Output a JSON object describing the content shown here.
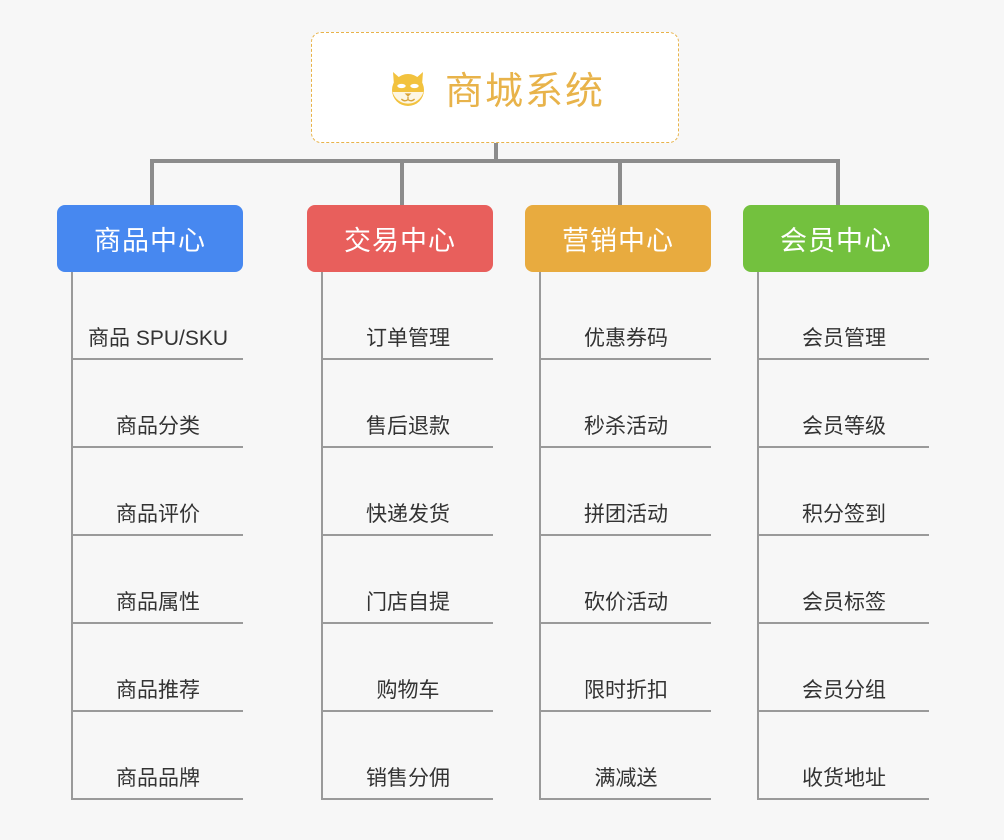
{
  "canvas": {
    "background_color": "#f7f7f7",
    "connector_color": "#8c8c8c",
    "leaf_line_color": "#9a9a9a",
    "leaf_text_color": "#333333"
  },
  "root": {
    "title": "商城系统",
    "icon": "shiba-inu-dog-face-emoji",
    "emoji": "🐕",
    "text_color": "#e8b34a",
    "border_color": "#e8b34a",
    "background_color": "#ffffff"
  },
  "columns": [
    {
      "title": "商品中心",
      "color": "#4788f0",
      "items": [
        {
          "label": "商品 SPU/SKU"
        },
        {
          "label": "商品分类"
        },
        {
          "label": "商品评价"
        },
        {
          "label": "商品属性"
        },
        {
          "label": "商品推荐"
        },
        {
          "label": "商品品牌"
        }
      ]
    },
    {
      "title": "交易中心",
      "color": "#e85f5c",
      "items": [
        {
          "label": "订单管理"
        },
        {
          "label": "售后退款"
        },
        {
          "label": "快递发货"
        },
        {
          "label": "门店自提"
        },
        {
          "label": "购物车"
        },
        {
          "label": "销售分佣"
        }
      ]
    },
    {
      "title": "营销中心",
      "color": "#e8ab3f",
      "items": [
        {
          "label": "优惠券码"
        },
        {
          "label": "秒杀活动"
        },
        {
          "label": "拼团活动"
        },
        {
          "label": "砍价活动"
        },
        {
          "label": "限时折扣"
        },
        {
          "label": "满减送"
        }
      ]
    },
    {
      "title": "会员中心",
      "color": "#73c13e",
      "items": [
        {
          "label": "会员管理"
        },
        {
          "label": "会员等级"
        },
        {
          "label": "积分签到"
        },
        {
          "label": "会员标签"
        },
        {
          "label": "会员分组"
        },
        {
          "label": "收货地址"
        }
      ]
    }
  ]
}
